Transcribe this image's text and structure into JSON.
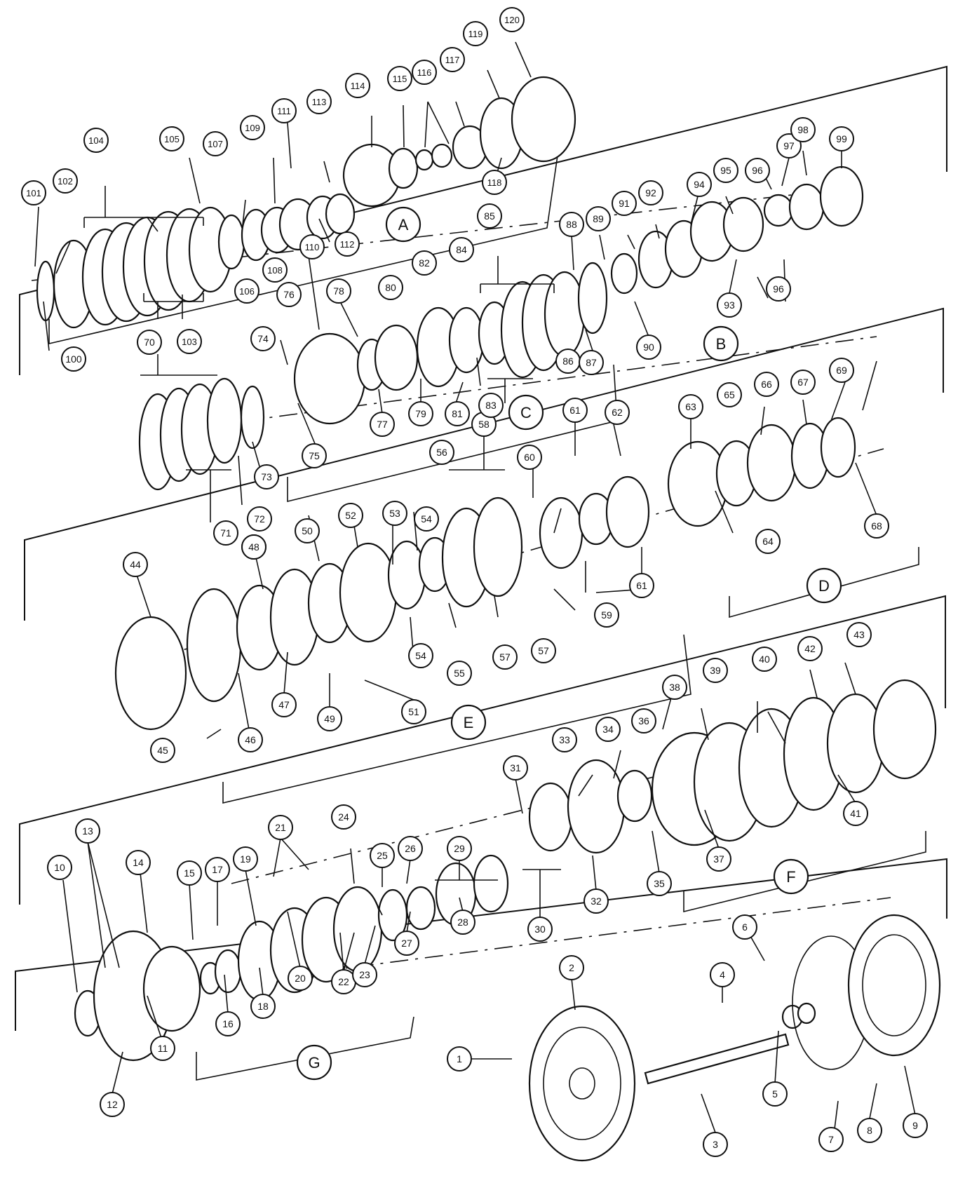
{
  "diagram": {
    "sections": [
      "A",
      "B",
      "C",
      "D",
      "E",
      "F",
      "G"
    ],
    "callouts": [
      "1",
      "2",
      "3",
      "4",
      "5",
      "6",
      "7",
      "8",
      "9",
      "10",
      "11",
      "12",
      "13",
      "14",
      "15",
      "16",
      "17",
      "18",
      "19",
      "20",
      "21",
      "22",
      "23",
      "24",
      "25",
      "26",
      "27",
      "28",
      "29",
      "30",
      "31",
      "32",
      "33",
      "34",
      "35",
      "36",
      "37",
      "38",
      "39",
      "40",
      "41",
      "42",
      "43",
      "44",
      "45",
      "46",
      "46",
      "47",
      "48",
      "49",
      "50",
      "51",
      "52",
      "53",
      "54",
      "54",
      "55",
      "56",
      "57",
      "57",
      "58",
      "59",
      "60",
      "61",
      "61",
      "62",
      "63",
      "64",
      "65",
      "66",
      "67",
      "68",
      "69",
      "70",
      "71",
      "72",
      "73",
      "74",
      "75",
      "76",
      "77",
      "78",
      "79",
      "80",
      "81",
      "82",
      "83",
      "84",
      "85",
      "86",
      "87",
      "88",
      "89",
      "90",
      "91",
      "92",
      "93",
      "94",
      "95",
      "96",
      "96",
      "97",
      "98",
      "99",
      "100",
      "101",
      "102",
      "103",
      "104",
      "105",
      "106",
      "107",
      "108",
      "109",
      "110",
      "111",
      "112",
      "113",
      "114",
      "115",
      "116",
      "117",
      "118",
      "119",
      "120"
    ]
  },
  "colors": {
    "ink": "#111111",
    "paper": "#ffffff"
  }
}
